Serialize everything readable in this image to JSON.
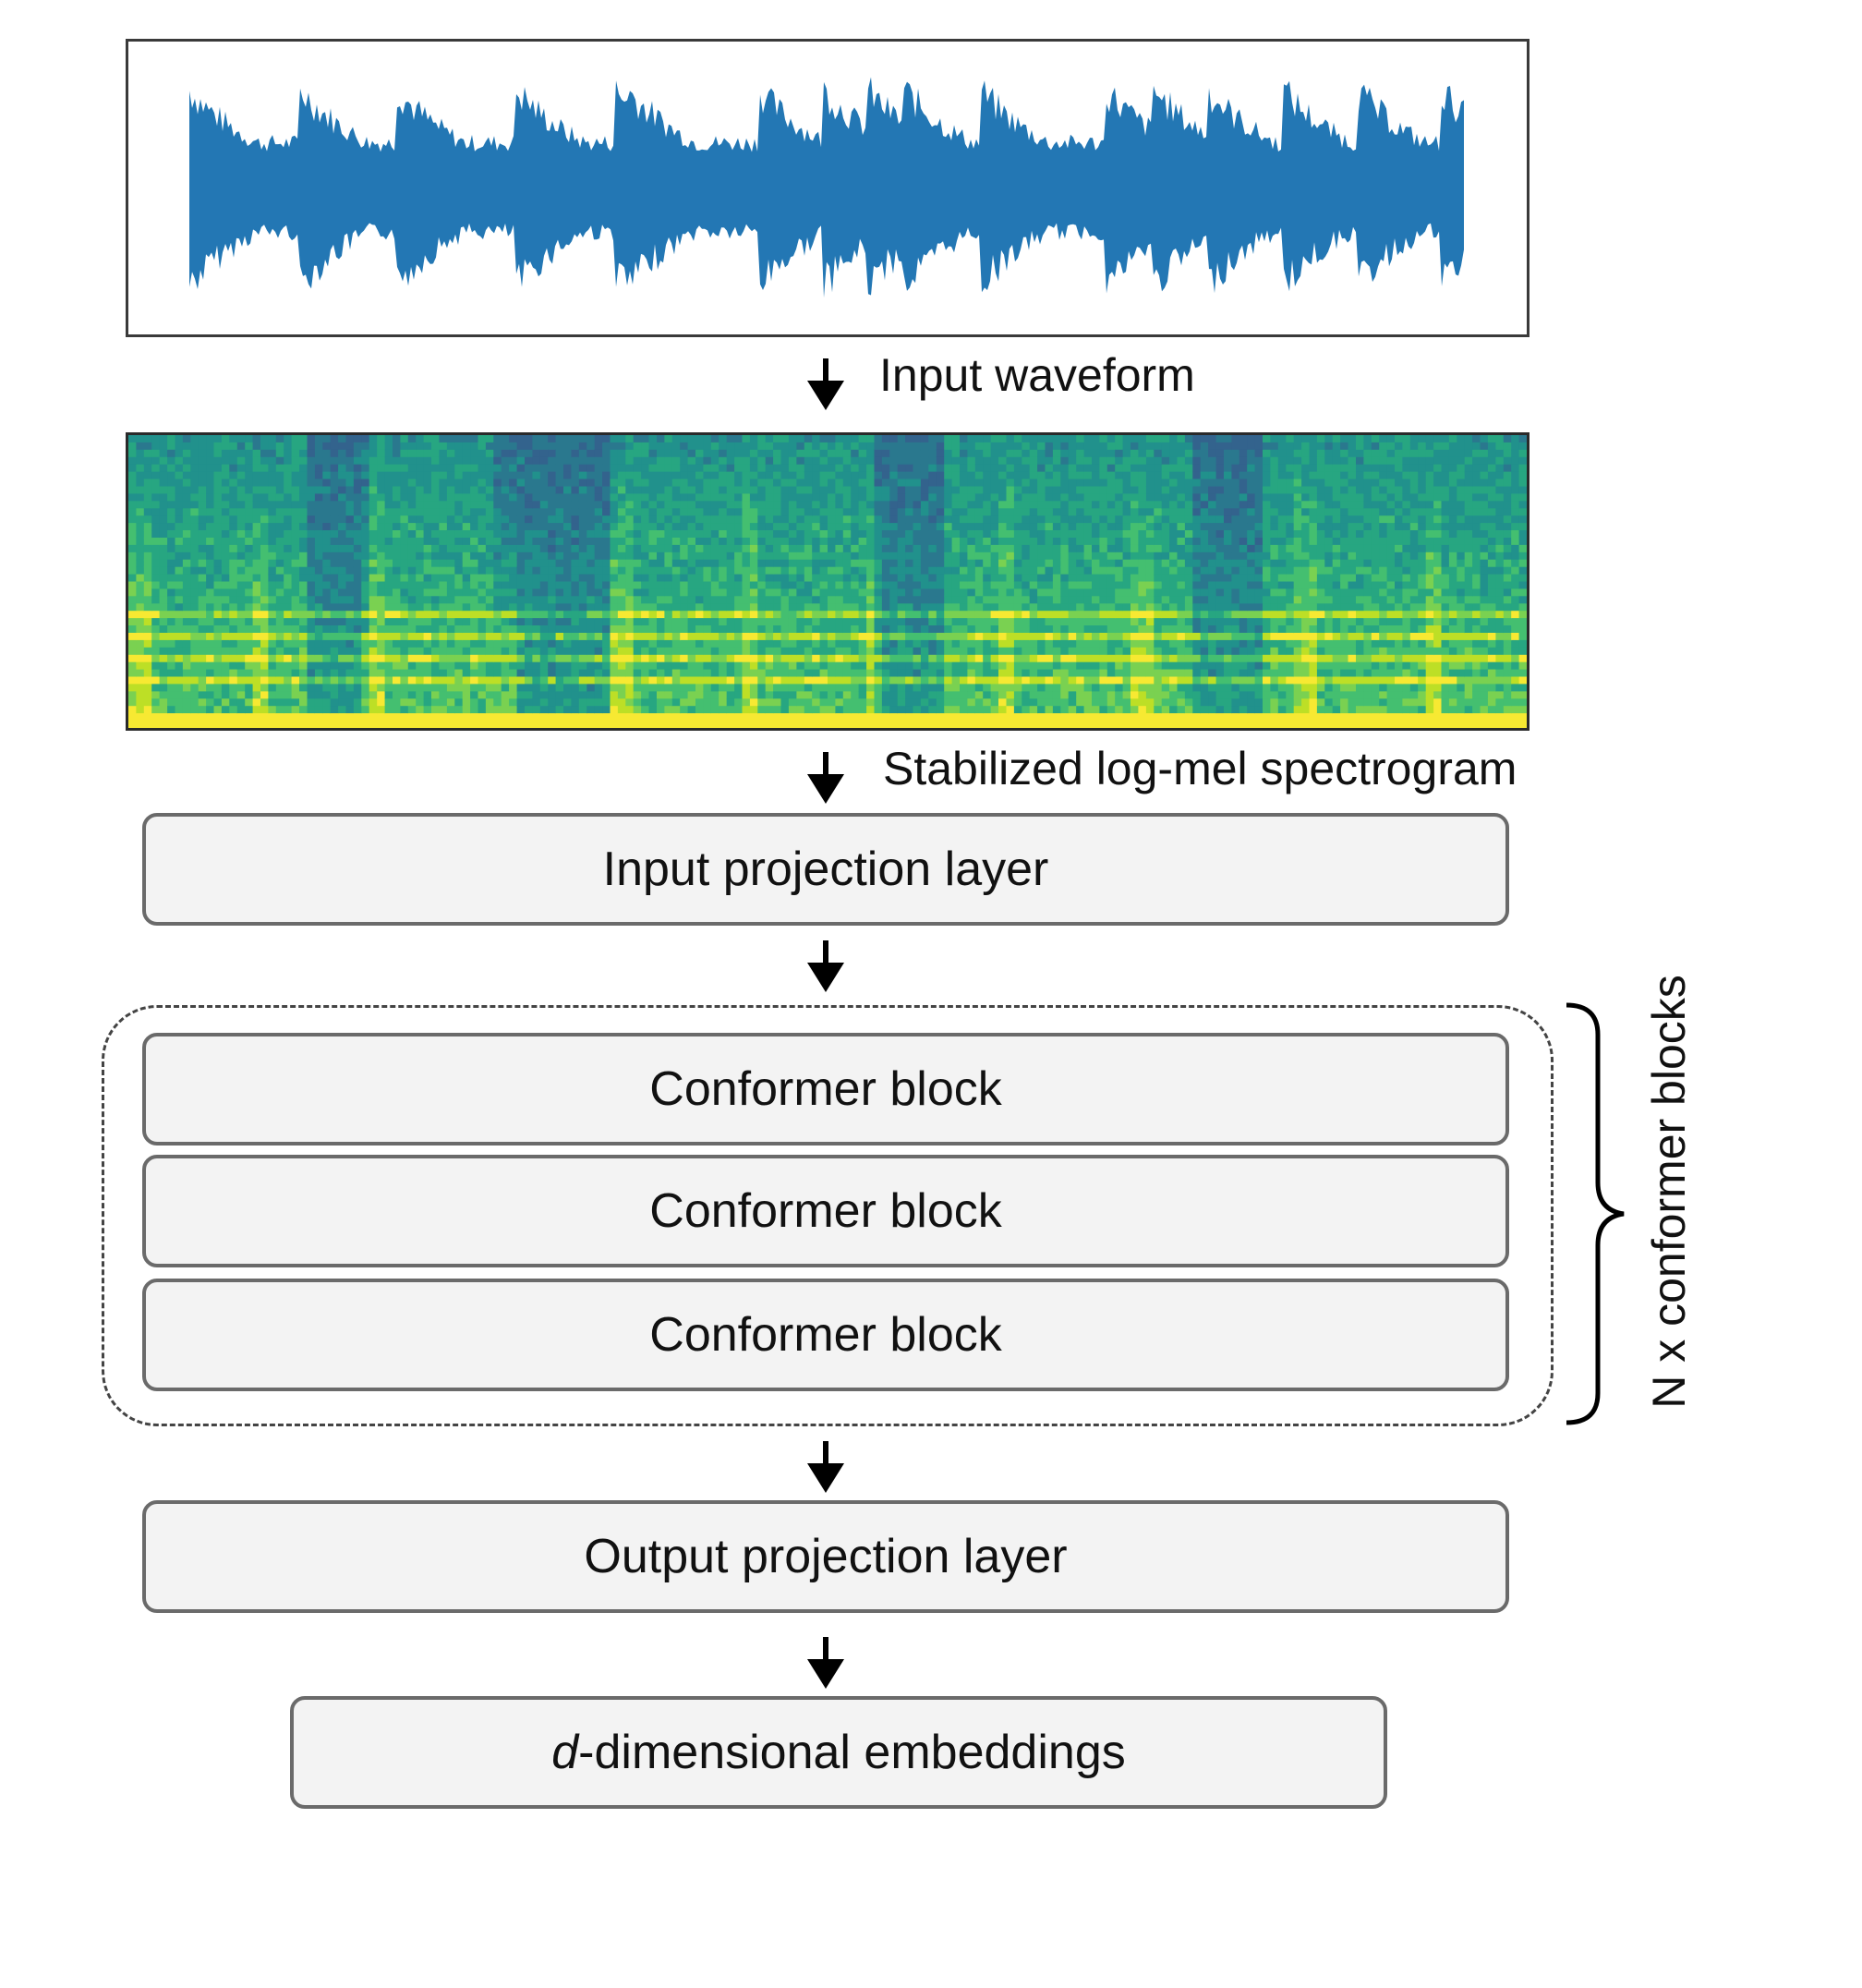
{
  "captions": {
    "waveform": "Input waveform",
    "spectrogram": "Stabilized log-mel spectrogram"
  },
  "layers": {
    "input_projection": "Input projection layer",
    "conformer_blocks": [
      "Conformer block",
      "Conformer block",
      "Conformer block"
    ],
    "output_projection": "Output projection layer",
    "embeddings_prefix": "d",
    "embeddings_suffix": "-dimensional embeddings"
  },
  "group_label": "N x conformer blocks",
  "colors": {
    "waveform": "#2377b4",
    "arrow": "#000000",
    "box_fill": "#f3f3f3",
    "box_border": "#6a6a6a",
    "spectrogram_high": "#f7e932",
    "spectrogram_mid": "#27a681",
    "spectrogram_low": "#3b3f8c"
  }
}
